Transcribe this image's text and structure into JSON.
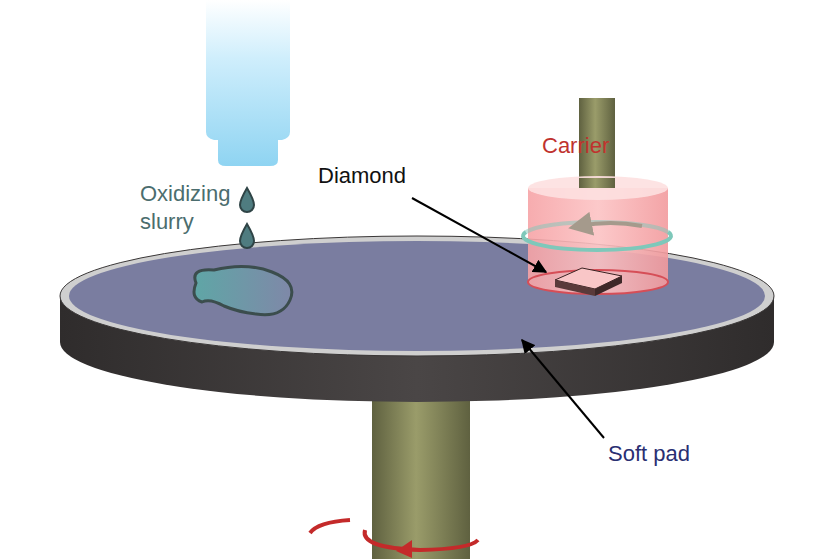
{
  "diagram": {
    "labels": [
      "Oxidizing slurry",
      "Carrier",
      "Diamond",
      "Soft pad"
    ]
  }
}
